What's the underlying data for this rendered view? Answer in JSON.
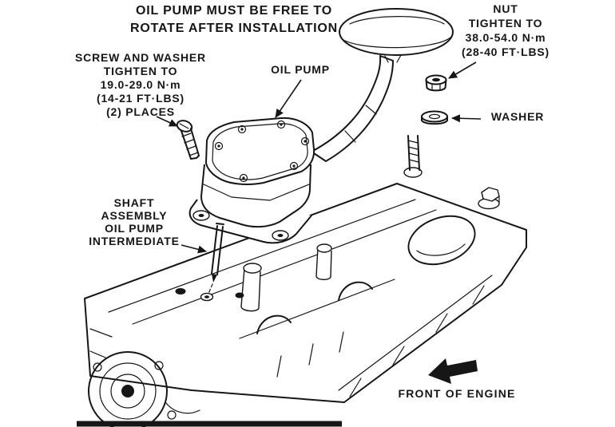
{
  "colors": {
    "background": "#ffffff",
    "ink": "#161616"
  },
  "labels": {
    "top_note": {
      "line1": "OIL PUMP MUST BE FREE TO",
      "line2": "ROTATE AFTER INSTALLATION"
    },
    "nut_note": {
      "title": "NUT",
      "line2": "TIGHTEN TO",
      "line3": "38.0-54.0 N·m",
      "line4": "(28-40 FT·LBS)"
    },
    "screw_note": {
      "line1": "SCREW AND WASHER",
      "line2": "TIGHTEN TO",
      "line3": "19.0-29.0 N·m",
      "line4": "(14-21 FT·LBS)",
      "line5": "(2) PLACES"
    },
    "oil_pump": "OIL PUMP",
    "washer": "WASHER",
    "shaft_note": {
      "line1": "SHAFT",
      "line2": "ASSEMBLY",
      "line3": "OIL PUMP",
      "line4": "INTERMEDIATE"
    },
    "front_of_engine": "FRONT OF ENGINE"
  }
}
